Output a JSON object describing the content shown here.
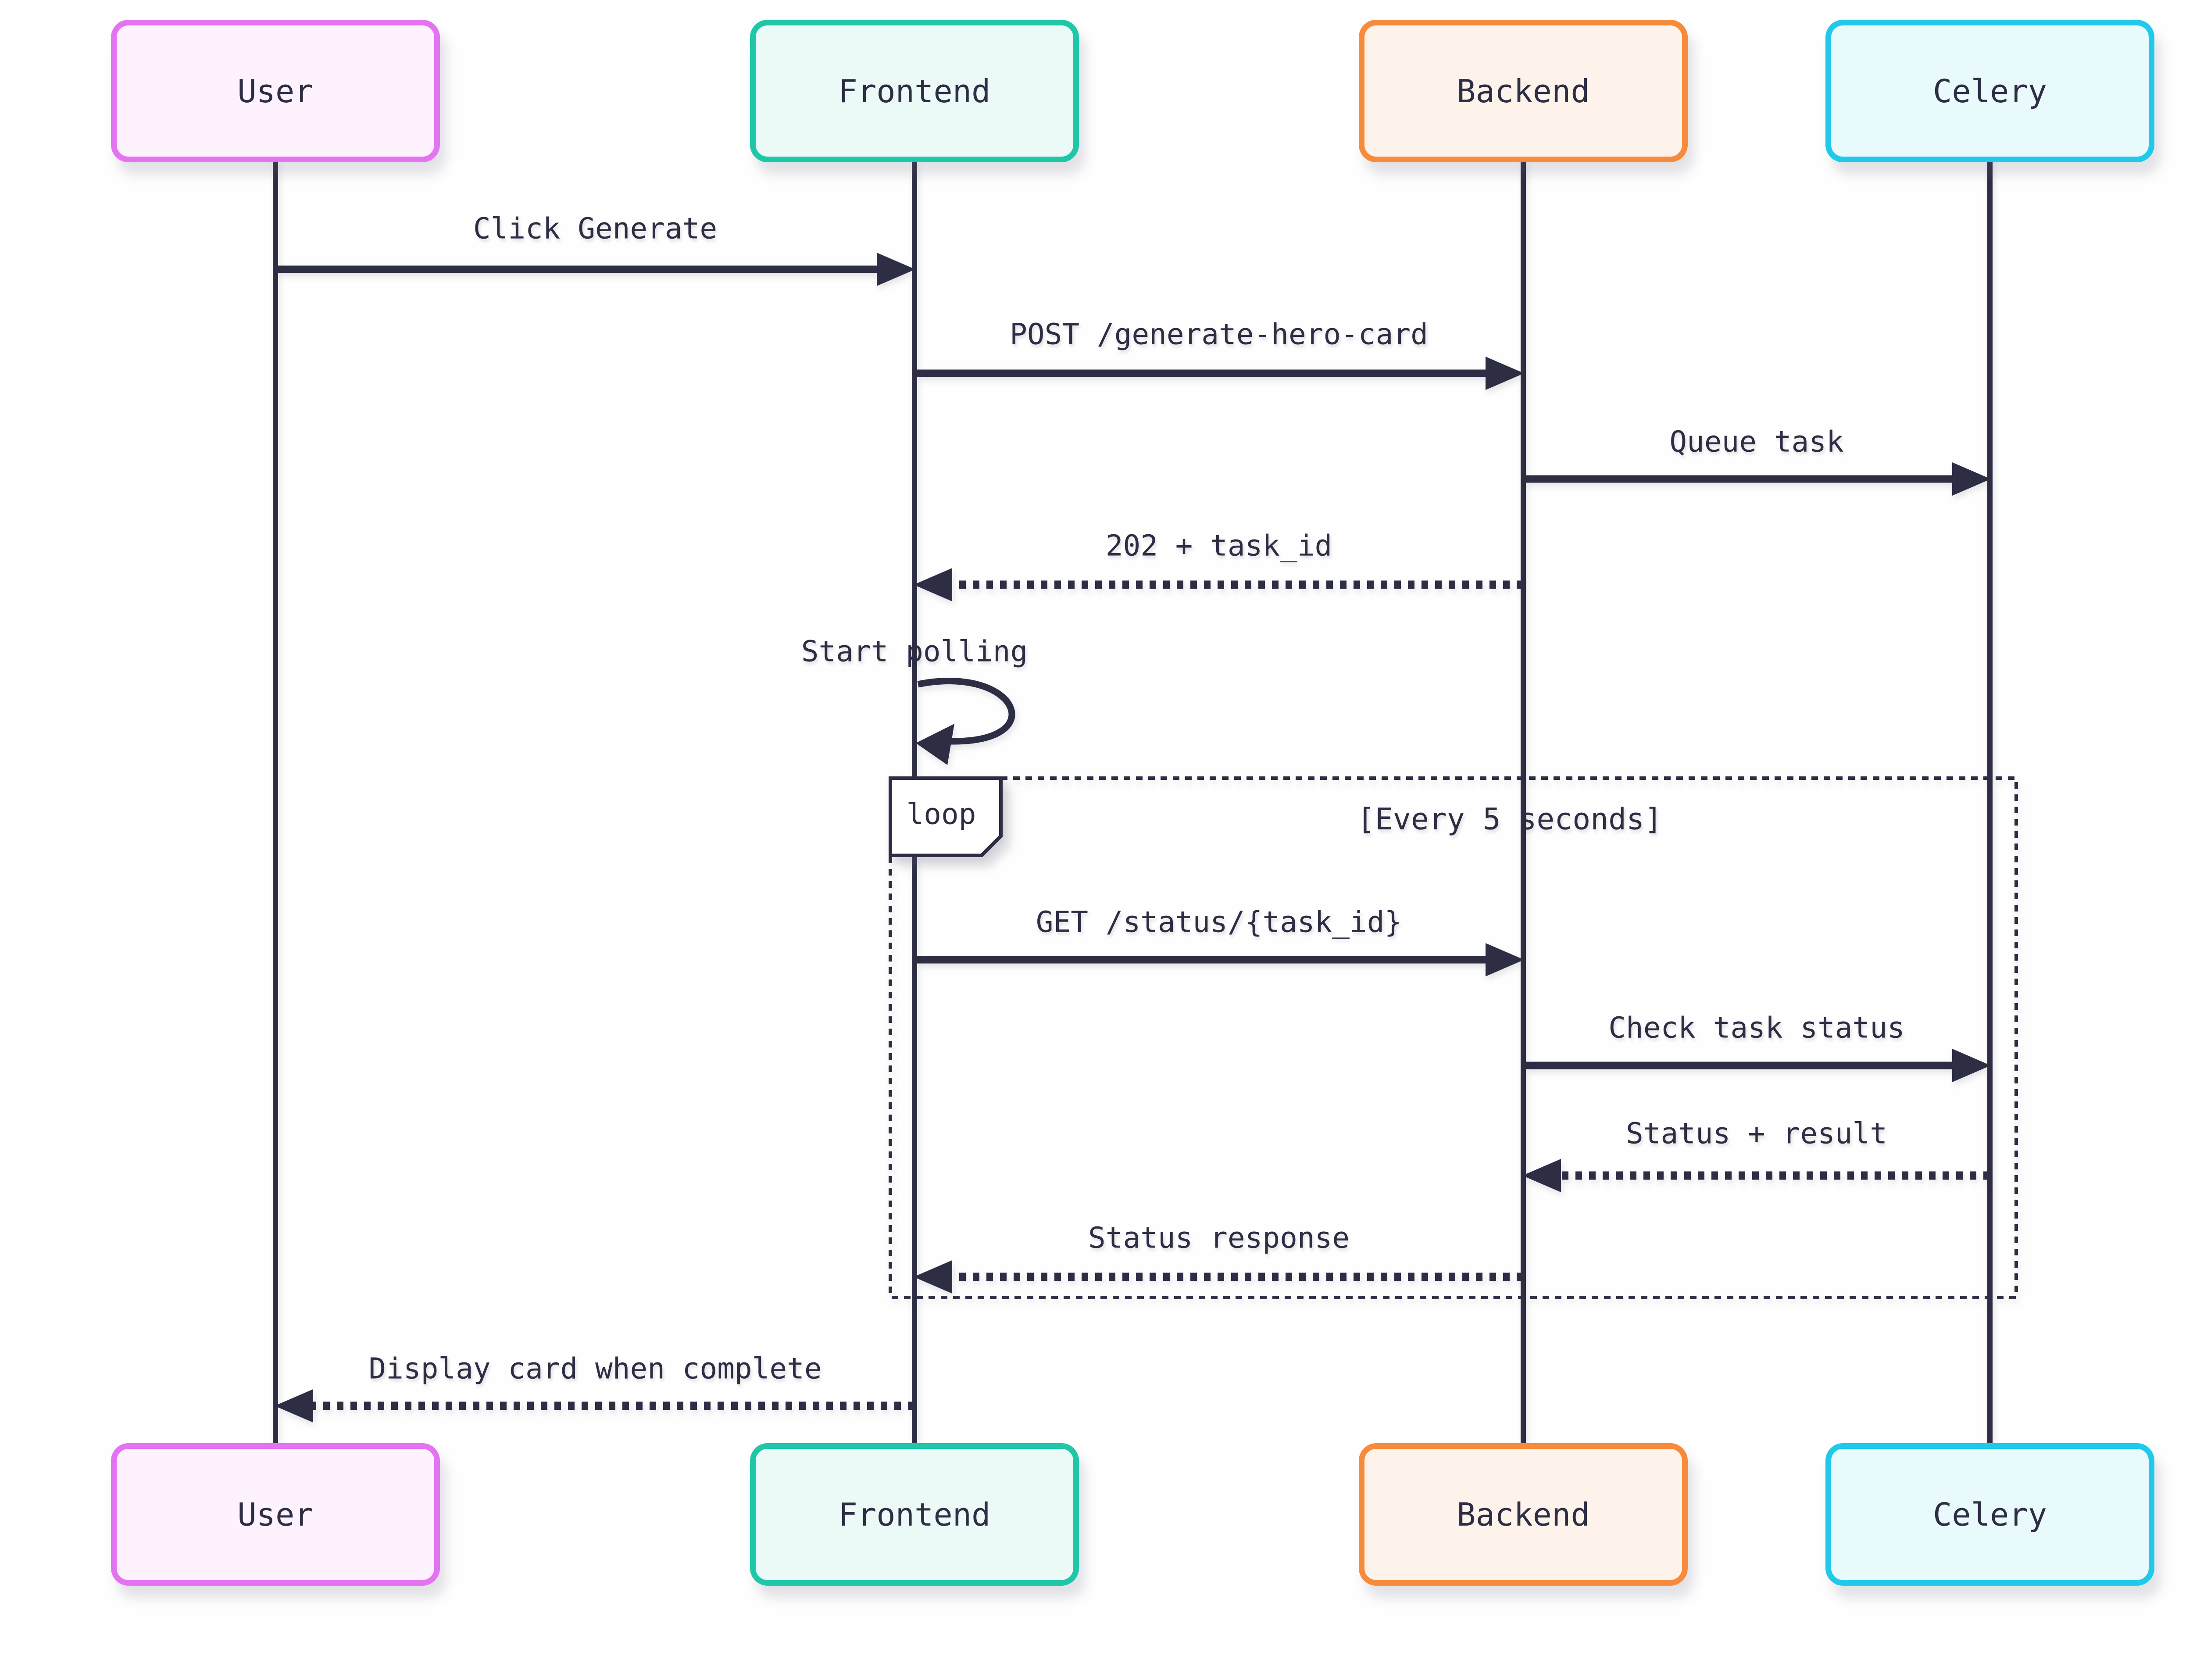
{
  "diagram_type": "sequence-diagram",
  "colors": {
    "ink": "#2d2d44",
    "background": "#fefefe",
    "user_border": "#e473f2",
    "user_fill": "#fdf2fe",
    "frontend_border": "#1fc7a8",
    "frontend_fill": "#ecfaf7",
    "backend_border": "#f78b3c",
    "backend_fill": "#fdf3ea",
    "celery_border": "#20c9e9",
    "celery_fill": "#e9fafd"
  },
  "actors": [
    {
      "name": "User"
    },
    {
      "name": "Frontend"
    },
    {
      "name": "Backend"
    },
    {
      "name": "Celery"
    }
  ],
  "messages": [
    {
      "text": "Click Generate",
      "from": "User",
      "to": "Frontend",
      "line": "solid"
    },
    {
      "text": "POST /generate-hero-card",
      "from": "Frontend",
      "to": "Backend",
      "line": "solid"
    },
    {
      "text": "Queue task",
      "from": "Backend",
      "to": "Celery",
      "line": "solid"
    },
    {
      "text": "202 + task_id",
      "from": "Backend",
      "to": "Frontend",
      "line": "dotted"
    },
    {
      "text": "Start polling",
      "from": "Frontend",
      "to": "Frontend",
      "line": "self"
    },
    {
      "text": "GET /status/{task_id}",
      "from": "Frontend",
      "to": "Backend",
      "line": "solid"
    },
    {
      "text": "Check task status",
      "from": "Backend",
      "to": "Celery",
      "line": "solid"
    },
    {
      "text": "Status + result",
      "from": "Celery",
      "to": "Backend",
      "line": "dotted"
    },
    {
      "text": "Status response",
      "from": "Backend",
      "to": "Frontend",
      "line": "dotted"
    },
    {
      "text": "Display card when complete",
      "from": "Frontend",
      "to": "User",
      "line": "dotted"
    }
  ],
  "loop_block": {
    "label": "loop",
    "condition": "[Every 5 seconds]"
  }
}
